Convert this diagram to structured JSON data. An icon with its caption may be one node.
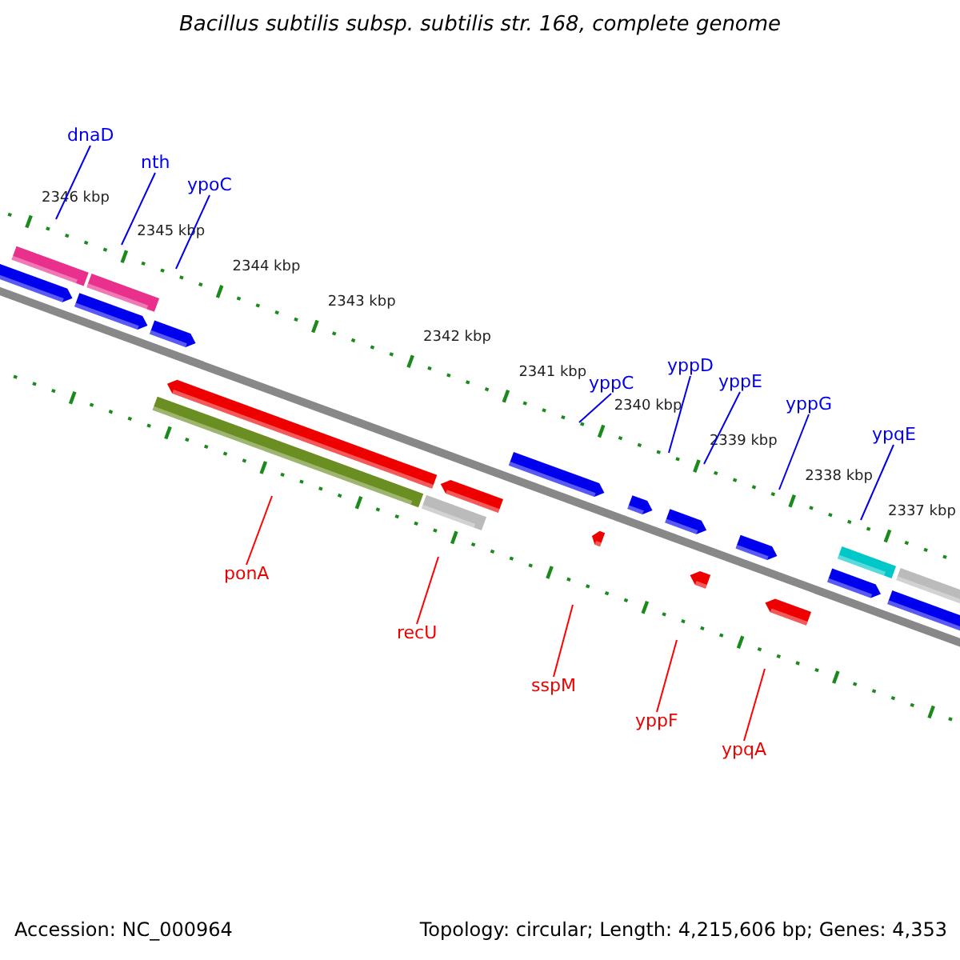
{
  "diagram": {
    "title": "Bacillus subtilis subsp. subtilis str. 168, complete genome",
    "nodes": [
      {
        "text": [
          "dnaD"
        ]
      },
      {
        "text": [
          "nth"
        ]
      },
      {
        "text": [
          "ypoC"
        ]
      },
      {
        "text": [
          "yppC"
        ]
      },
      {
        "text": [
          "yppD"
        ]
      },
      {
        "text": [
          "yppE"
        ]
      },
      {
        "text": [
          "yppG"
        ]
      },
      {
        "text": [
          "ypqE"
        ]
      },
      {
        "text": [
          "ponA"
        ]
      },
      {
        "text": [
          "recU"
        ]
      },
      {
        "text": [
          "sspM"
        ]
      },
      {
        "text": [
          "yppF"
        ]
      },
      {
        "text": [
          "ypqA"
        ]
      }
    ],
    "edges": [
      {
        "from": 0,
        "to": null,
        "arrow": "none"
      },
      {
        "from": 1,
        "to": null,
        "arrow": "none"
      },
      {
        "from": 2,
        "to": null,
        "arrow": "none"
      },
      {
        "from": 3,
        "to": null,
        "arrow": "none"
      },
      {
        "from": 4,
        "to": null,
        "arrow": "none"
      },
      {
        "from": 5,
        "to": null,
        "arrow": "none"
      },
      {
        "from": 6,
        "to": null,
        "arrow": "none"
      },
      {
        "from": 7,
        "to": null,
        "arrow": "none"
      },
      {
        "from": 8,
        "to": null,
        "arrow": "none",
        "color": "#ff0000"
      },
      {
        "from": 9,
        "to": null,
        "arrow": "none",
        "color": "#ff0000"
      },
      {
        "from": 10,
        "to": null,
        "arrow": "none",
        "color": "#ff0000"
      },
      {
        "from": 11,
        "to": null,
        "arrow": "none",
        "color": "#ff0000"
      },
      {
        "from": 12,
        "to": null,
        "arrow": "none",
        "color": "#ff0000"
      }
    ],
    "labels": [
      "2346 kbp",
      "2345 kbp",
      "2344 kbp",
      "2343 kbp",
      "2342 kbp",
      "2341 kbp",
      "2340 kbp",
      "2339 kbp",
      "2338 kbp",
      "2337 kbp",
      "Accession: NC_000964",
      "Topology: circular; Length: 4,215,606 bp; Genes: 4,353"
    ]
  }
}
